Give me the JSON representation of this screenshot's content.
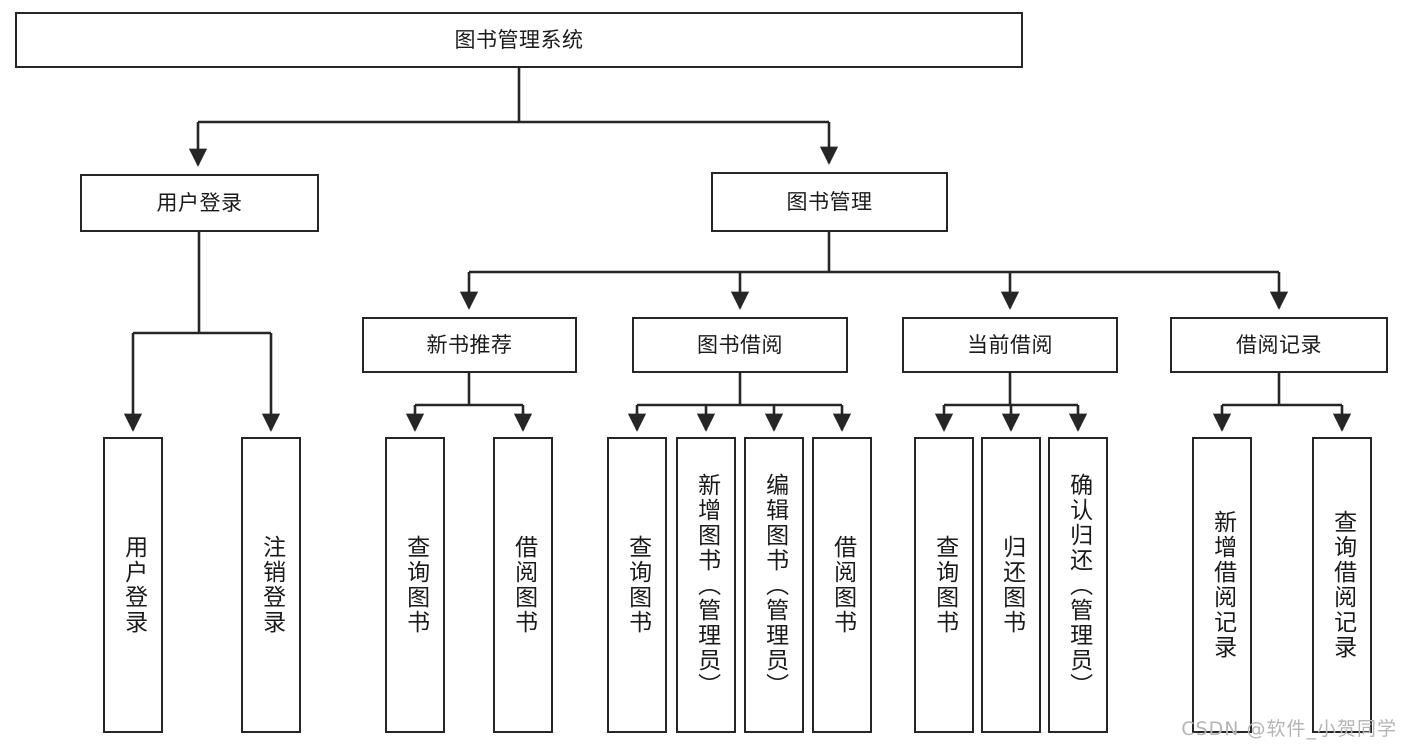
{
  "diagram": {
    "title": "图书管理系统",
    "type": "tree",
    "watermark": "CSDN @软件_小贺同学",
    "colors": {
      "stroke": "#262626",
      "fill": "#ffffff",
      "text": "#1b1b1b",
      "watermark": "#b5b5b5"
    },
    "root": {
      "label": "图书管理系统"
    },
    "level1": [
      {
        "label": "用户登录"
      },
      {
        "label": "图书管理"
      }
    ],
    "level2": [
      {
        "label": "新书推荐"
      },
      {
        "label": "图书借阅"
      },
      {
        "label": "当前借阅"
      },
      {
        "label": "借阅记录"
      }
    ],
    "leaves": {
      "user_login": [
        {
          "label": "用户登录"
        },
        {
          "label": "注销登录"
        }
      ],
      "new_book_recommend": [
        {
          "label": "查询图书"
        },
        {
          "label": "借阅图书"
        }
      ],
      "book_borrow": [
        {
          "label": "查询图书"
        },
        {
          "label": "新增图书（管理员）"
        },
        {
          "label": "编辑图书（管理员）"
        },
        {
          "label": "借阅图书"
        }
      ],
      "current_borrow": [
        {
          "label": "查询图书"
        },
        {
          "label": "归还图书"
        },
        {
          "label": "确认归还（管理员）"
        }
      ],
      "borrow_records": [
        {
          "label": "新增借阅记录"
        },
        {
          "label": "查询借阅记录"
        }
      ]
    }
  }
}
